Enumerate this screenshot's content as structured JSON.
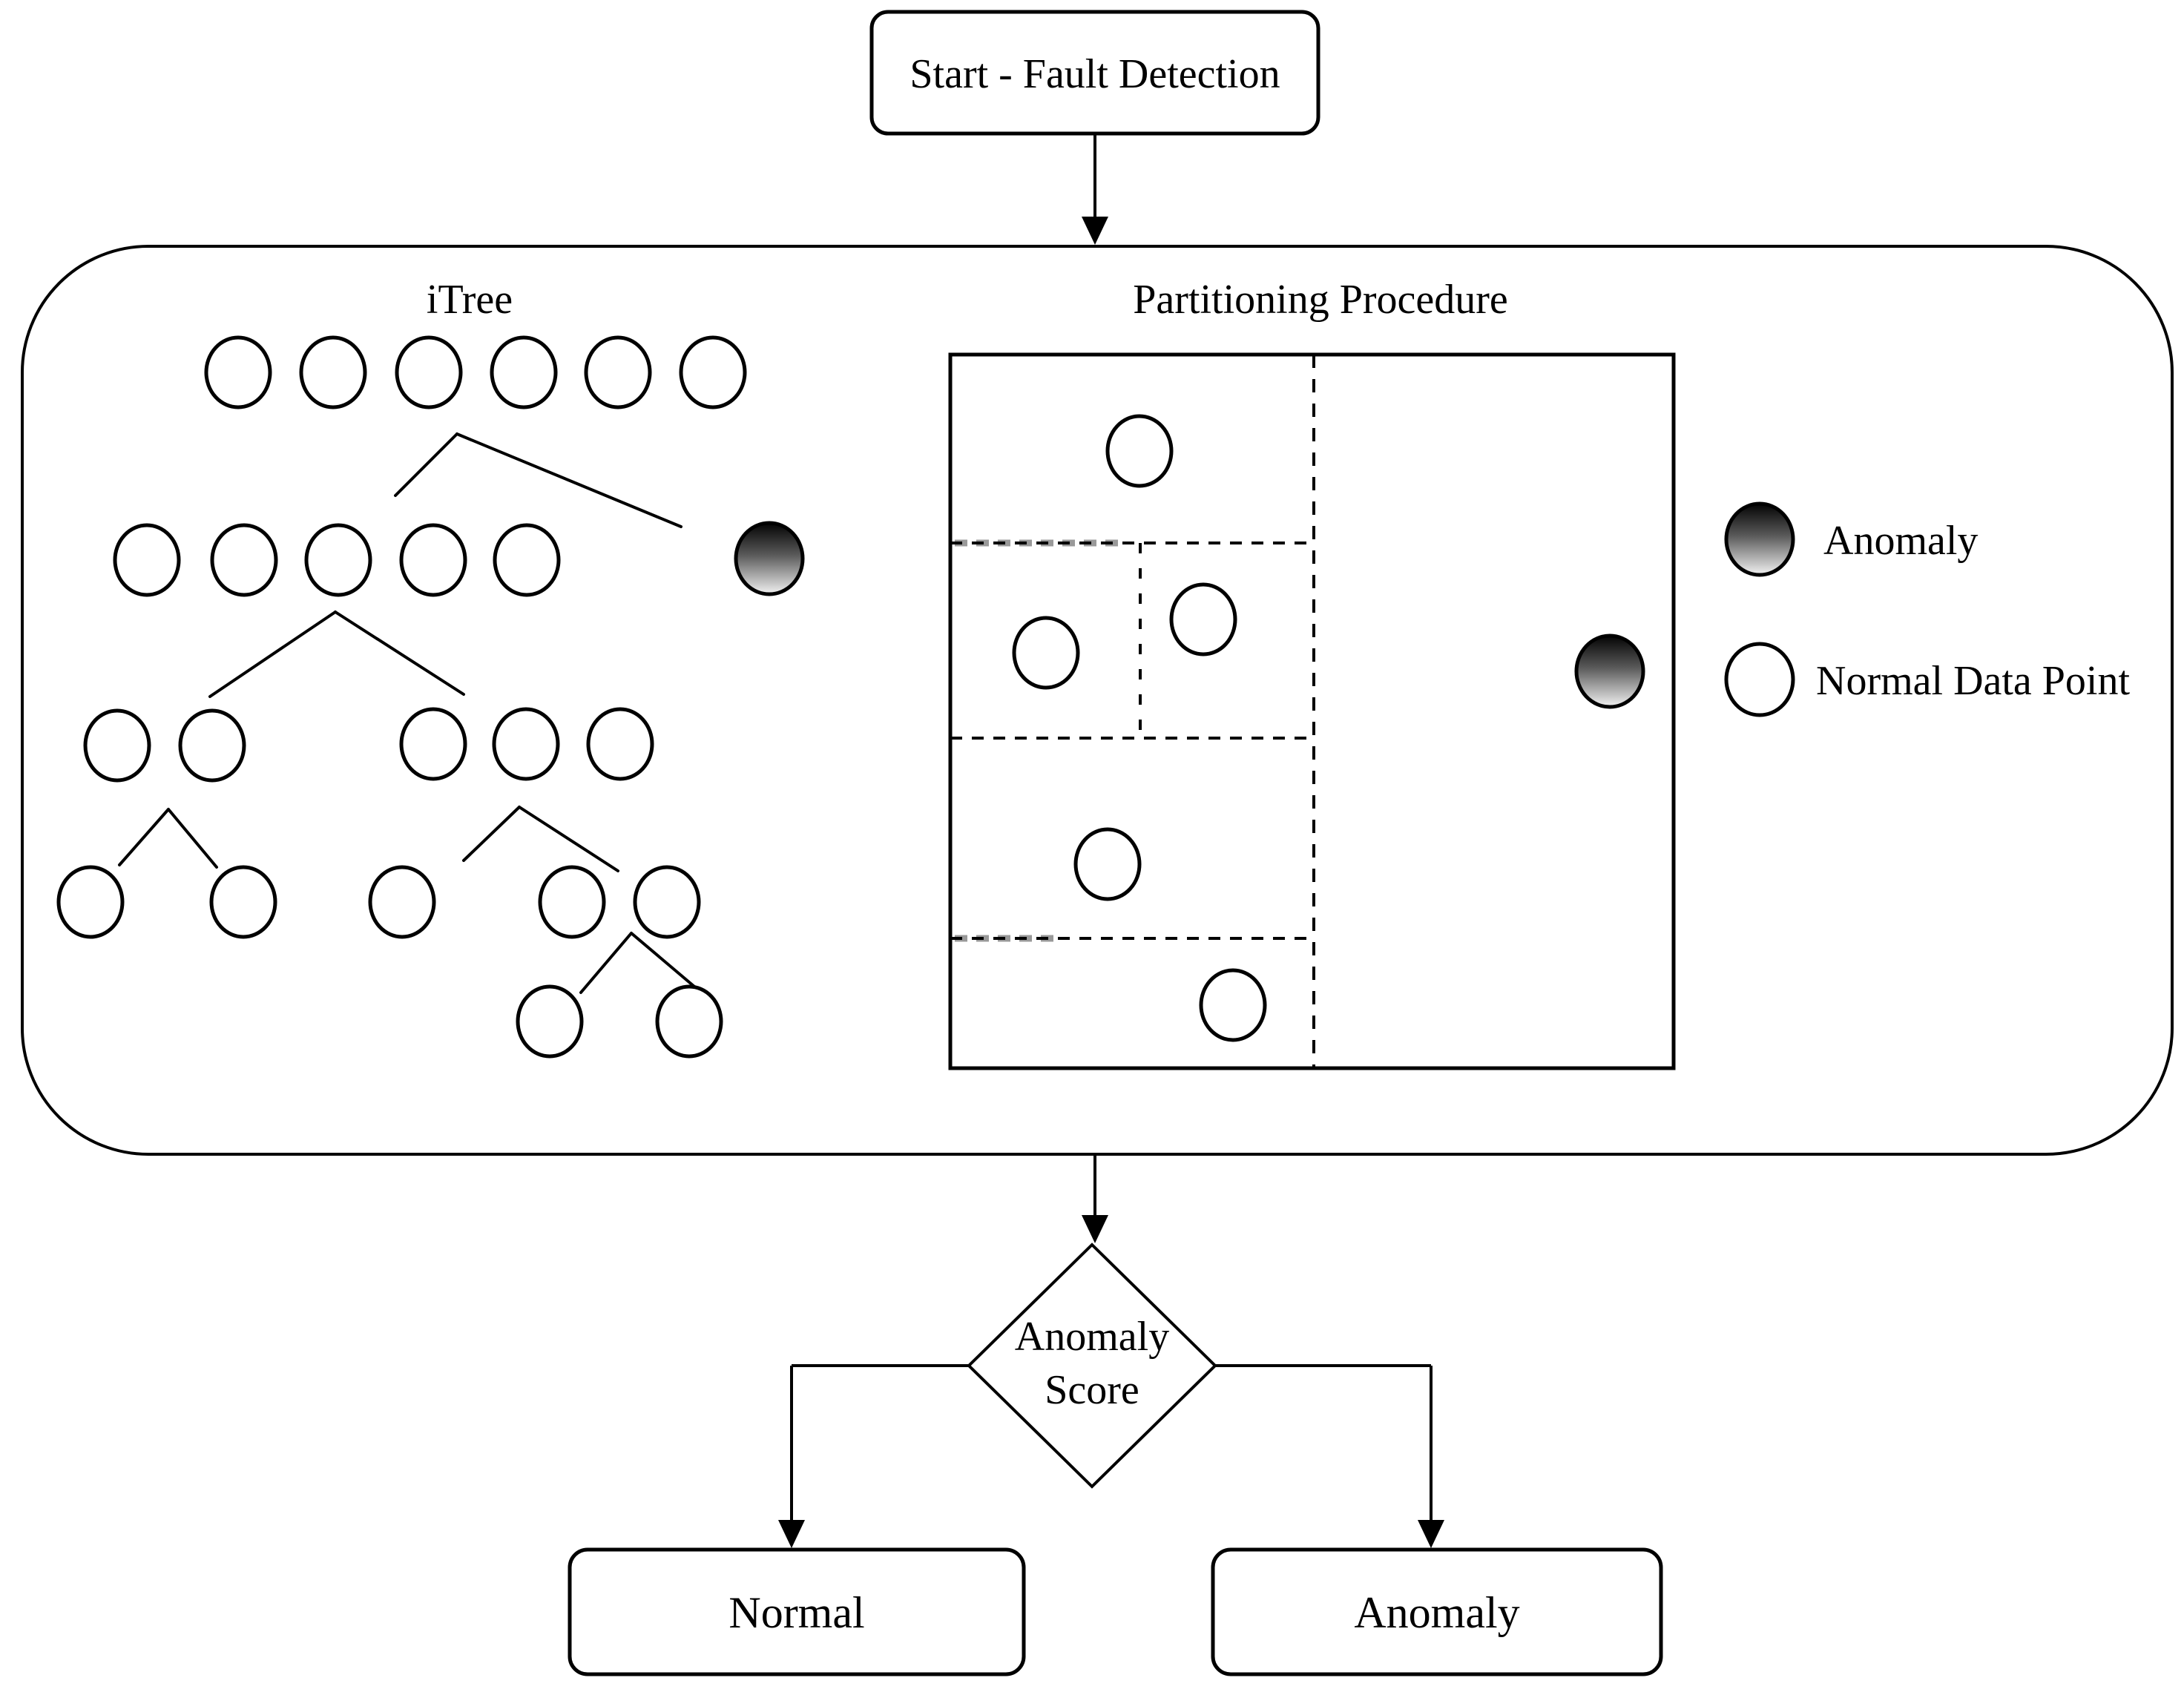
{
  "colors": {
    "background": "#ffffff",
    "line": "#000000",
    "connector_gray": "#808080",
    "dash_gray": "#999999",
    "anomaly_gradient_top": "#030303",
    "anomaly_gradient_mid": "#5a5a5a",
    "anomaly_gradient_bottom": "#f2f2f2"
  },
  "start_node": {
    "label": "Start - Fault Detection"
  },
  "process_container": {
    "itree": {
      "title": "iTree",
      "row_node_counts": [
        6,
        5,
        5,
        5,
        2
      ],
      "isolated_anomaly_nodes": 1
    },
    "partitioning": {
      "title": "Partitioning Procedure",
      "normal_points": 5,
      "anomaly_points": 1
    }
  },
  "legend": {
    "items": [
      {
        "icon": "anomaly-point-icon",
        "label": "Anomaly"
      },
      {
        "icon": "normal-point-icon",
        "label": "Normal Data Point"
      }
    ]
  },
  "decision_node": {
    "line1": "Anomaly",
    "line2": "Score"
  },
  "outcome_nodes": {
    "left": {
      "label": "Normal"
    },
    "right": {
      "label": "Anomaly"
    }
  }
}
